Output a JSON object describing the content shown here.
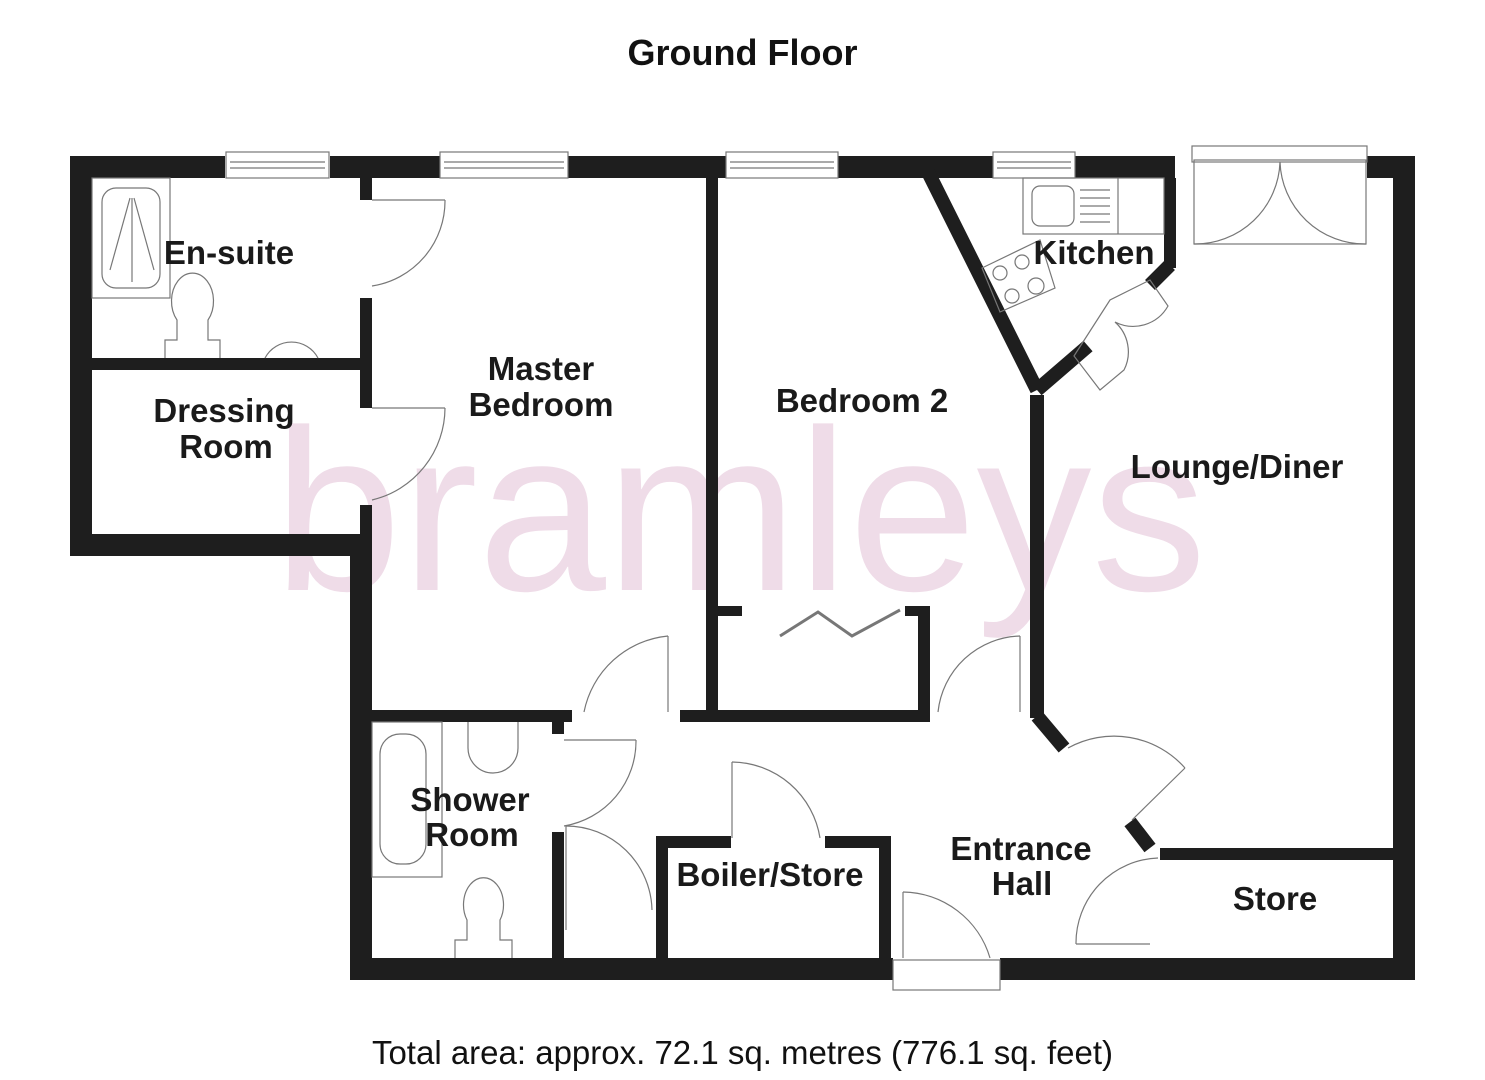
{
  "title": "Ground Floor",
  "watermark": "bramleys",
  "footer": "Total area: approx. 72.1 sq. metres (776.1 sq. feet)",
  "colors": {
    "wall": "#1e1e1e",
    "fixture_line": "#777777",
    "watermark": "#efdce8",
    "background": "#ffffff"
  },
  "rooms": {
    "ensuite": {
      "line1": "En-suite"
    },
    "dressing": {
      "line1": "Dressing",
      "line2": "Room"
    },
    "master": {
      "line1": "Master",
      "line2": "Bedroom"
    },
    "bedroom2": {
      "line1": "Bedroom 2"
    },
    "kitchen": {
      "line1": "Kitchen"
    },
    "lounge": {
      "line1": "Lounge/Diner"
    },
    "shower": {
      "line1": "Shower",
      "line2": "Room"
    },
    "boiler": {
      "line1": "Boiler/Store"
    },
    "hall": {
      "line1": "Entrance",
      "line2": "Hall"
    },
    "store": {
      "line1": "Store"
    }
  }
}
